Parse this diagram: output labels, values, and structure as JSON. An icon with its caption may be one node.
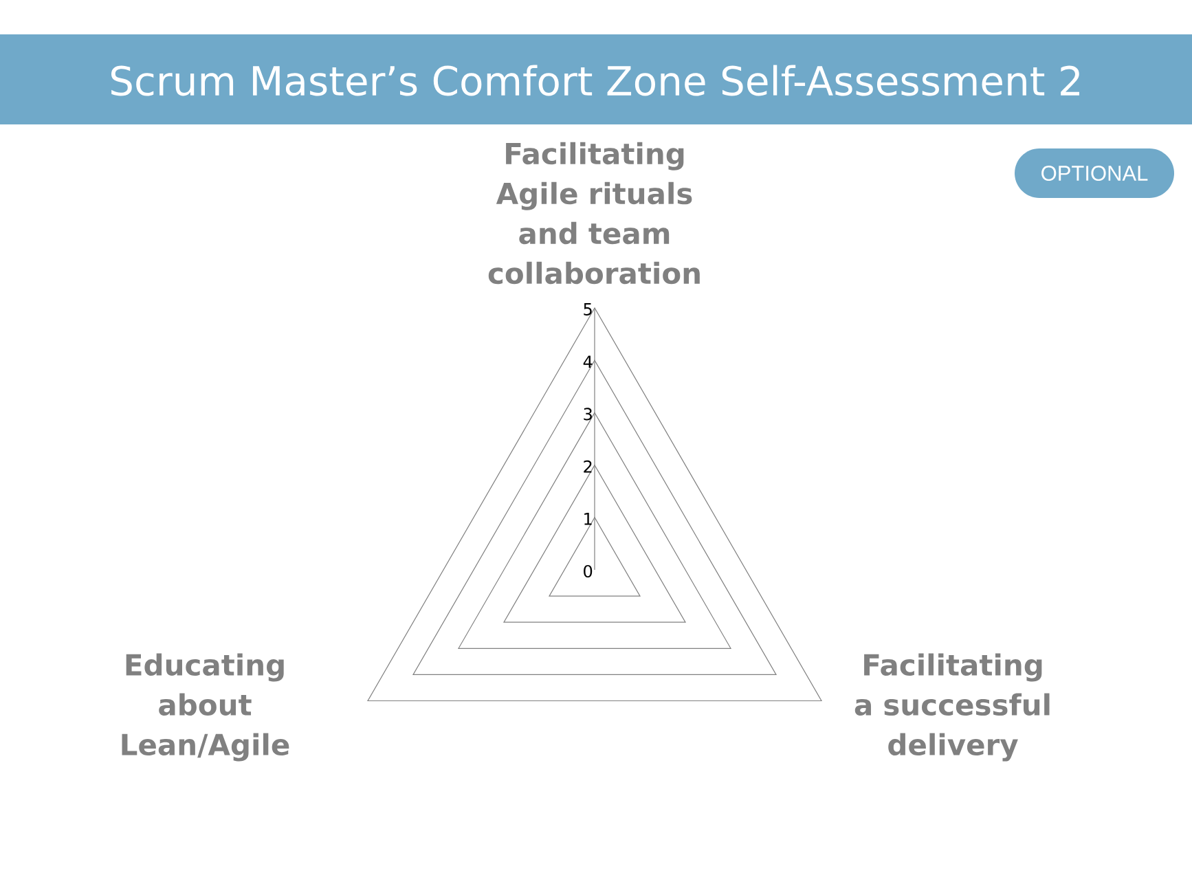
{
  "diagram": {
    "title": "Scrum Master’s Comfort Zone Self-Assessment 2",
    "nodes": [
      {
        "text": [
          "OPTIONAL"
        ]
      }
    ],
    "labels": [
      "Facilitating Agile rituals and team collaboration",
      "5",
      "4",
      "3",
      "2",
      "1",
      "0",
      "Facilitating a successful delivery",
      "Educating about Lean/Agile"
    ]
  }
}
